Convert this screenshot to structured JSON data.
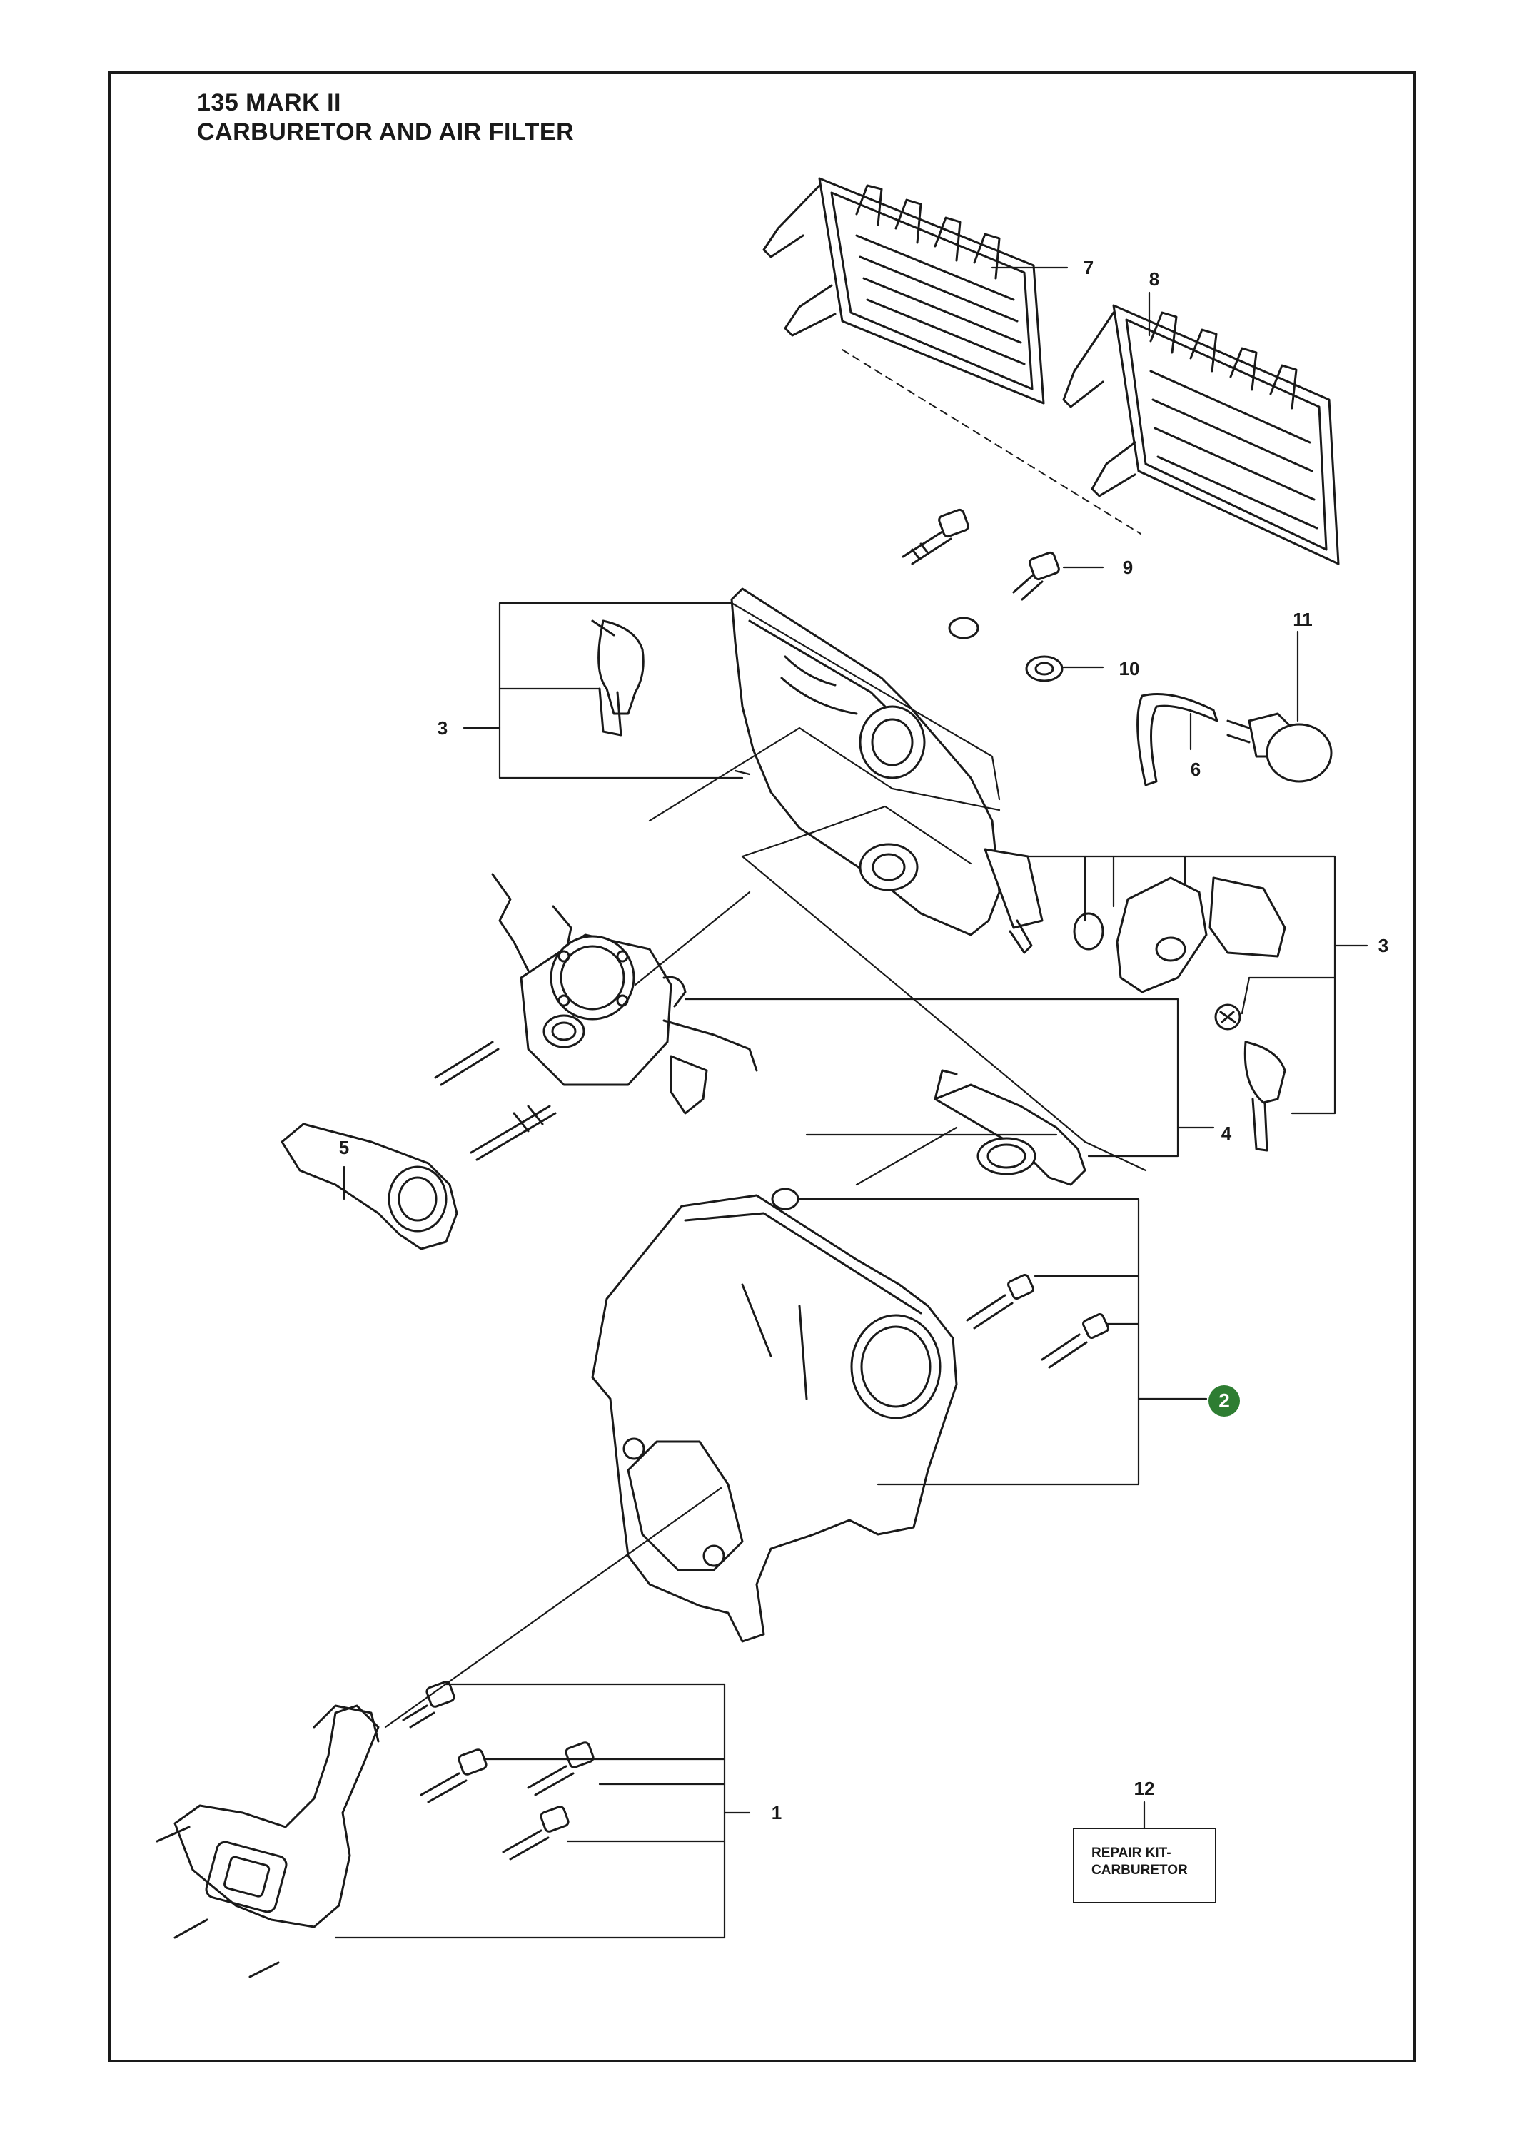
{
  "header": {
    "model": "135 MARK II",
    "section": "CARBURETOR AND AIR FILTER"
  },
  "callouts": {
    "c1": "1",
    "c2": "2",
    "c3a": "3",
    "c3b": "3",
    "c4": "4",
    "c5": "5",
    "c6": "6",
    "c7": "7",
    "c8": "8",
    "c9": "9",
    "c10": "10",
    "c11": "11",
    "c12": "12"
  },
  "repair_kit": {
    "line1": "REPAIR KIT-",
    "line2": "CARBURETOR"
  },
  "colors": {
    "line": "#1a1a1a",
    "highlight_badge": "#2e7d32"
  }
}
